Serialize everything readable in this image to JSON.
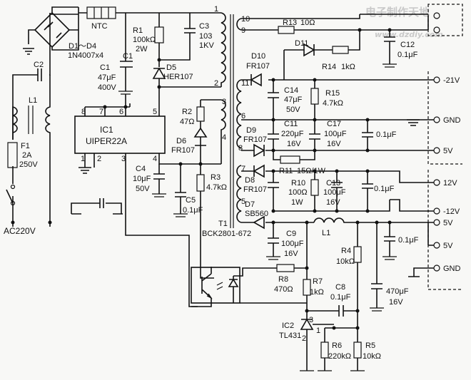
{
  "watermark": {
    "cn": "电子制作天地",
    "url": "www.dzdiy.com"
  },
  "mains": {
    "ac": "AC220V",
    "fuse": "F1",
    "fuse_rating": "2A",
    "fuse_voltage": "250V",
    "l1": "L1",
    "c2": "C2",
    "ntc": "NTC",
    "bridge": "D1～D4",
    "bridge_part": "1N4007x4"
  },
  "primary": {
    "c1": "C1",
    "c1_val": "47μF",
    "c1_v": "400V",
    "r1": "R1",
    "r1_val": "100kΩ",
    "r1_p": "2W",
    "c3": "C3",
    "c3_val": "103",
    "c3_v": "1KV",
    "d5": "D5",
    "d5_part": "HER107",
    "ic1": "IC1",
    "ic1_part": "UIPER22A",
    "pins": [
      "8",
      "7",
      "6",
      "5",
      "1",
      "2",
      "3",
      "4"
    ],
    "r2": "R2",
    "r2_val": "47Ω",
    "d6": "D6",
    "d6_part": "FR107",
    "r3": "R3",
    "r3_val": "4.7kΩ",
    "c4": "C4",
    "c4_val": "10μF",
    "c4_v": "50V",
    "c5": "C5",
    "c5_val": "0.1μF"
  },
  "transformer": {
    "t1": "T1",
    "part": "BCK2801-672",
    "pins": [
      "10",
      "9",
      "1",
      "2",
      "3",
      "4",
      "11",
      "6",
      "8",
      "7",
      "5"
    ]
  },
  "secondary": {
    "r13": "R13",
    "r13_val": "10Ω",
    "d11": "D11",
    "c12": "C12",
    "c12_val": "0.1μF",
    "r14": "R14",
    "r14_val": "1kΩ",
    "d10": "D10",
    "d10_part": "FR107",
    "c14": "C14",
    "c14_val": "47μF",
    "c14_v": "50V",
    "r15": "R15",
    "r15_val": "4.7kΩ",
    "c11": "C11",
    "c11_val": "220μF",
    "c11_v": "16V",
    "c17": "C17",
    "c17_val": "100μF",
    "c17_v": "16V",
    "c_a": "0.1μF",
    "d9": "D9",
    "d9_part": "FR107",
    "r11": "R11",
    "r11_val": "15Ω/1W",
    "d8": "D8",
    "d8_part": "FR107",
    "r10": "R10",
    "r10_val": "100Ω",
    "r10_p": "1W",
    "c13": "C13",
    "c13_val": "100μF",
    "c13_v": "16V",
    "c_b": "0.1μF",
    "d7": "D7",
    "d7_part": "SB560",
    "l1": "L1",
    "c9": "C9",
    "c9_val": "100μF",
    "c9_v": "16V",
    "c_c": "0.1μF",
    "r4": "R4",
    "r4_val": "10kΩ",
    "r8": "R8",
    "r8_val": "470Ω",
    "r7": "R7",
    "r7_val": "1kΩ",
    "c8": "C8",
    "c8_val": "0.1μF",
    "c470": "470μF",
    "c470_v": "16V",
    "ic2": "IC2",
    "ic2_part": "TL431",
    "ic2_pins": [
      "3",
      "2",
      "1"
    ],
    "r6": "R6",
    "r6_val": "220kΩ",
    "r5": "R5",
    "r5_val": "10kΩ"
  },
  "outputs": [
    "-21V",
    "GND",
    "5V",
    "12V",
    "-12V",
    "5V",
    "5V",
    "GND"
  ]
}
